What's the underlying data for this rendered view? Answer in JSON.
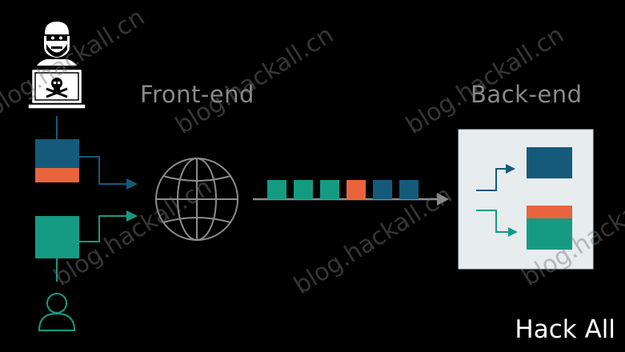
{
  "labels": {
    "frontend": "Front-end",
    "backend": "Back-end",
    "brand": "Hack All"
  },
  "watermarks": [
    "blog.hackall.cn",
    "blog.hackall.cn",
    "blog.hackall.cn",
    "blog.hackall.cn",
    "blog.hackall.cn",
    "blog.hackall.cn",
    "blog.hackall.cn",
    "blog.hackall.cn"
  ],
  "colors": {
    "navy": "#155a7b",
    "orange": "#e8643d",
    "teal": "#159b82",
    "gray": "#8c8c8c",
    "panel": "#e7ecef",
    "background": "#000000"
  },
  "icons": {
    "attacker": "hacker-laptop-skull-icon",
    "user": "user-icon",
    "server": "globe-icon"
  },
  "queue": [
    "teal",
    "teal",
    "teal",
    "orange",
    "navy",
    "navy"
  ]
}
